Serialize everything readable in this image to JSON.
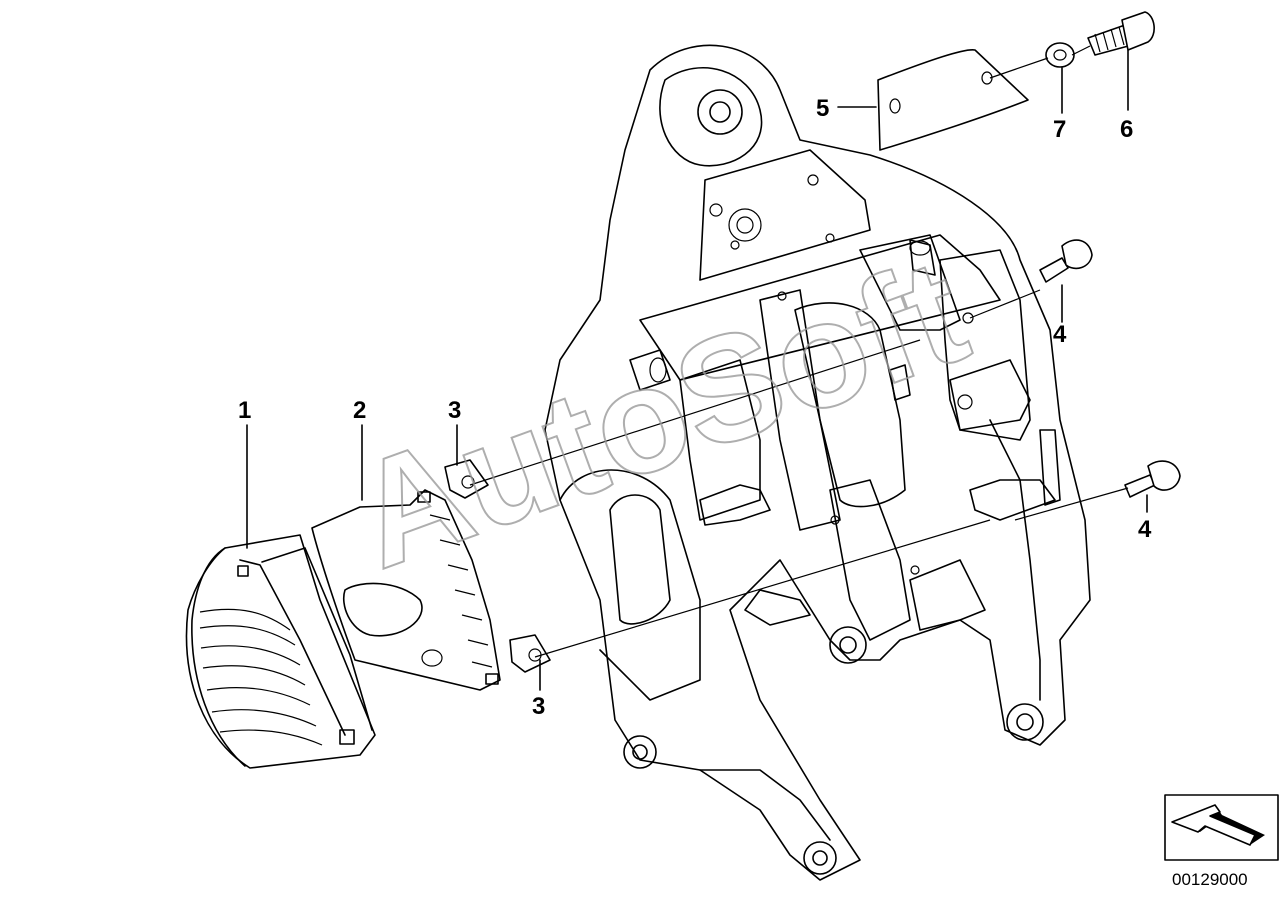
{
  "diagram": {
    "watermark": "AutoSoft",
    "callouts": [
      {
        "id": "c1",
        "label": "1"
      },
      {
        "id": "c2",
        "label": "2"
      },
      {
        "id": "c3a",
        "label": "3"
      },
      {
        "id": "c3b",
        "label": "3"
      },
      {
        "id": "c4a",
        "label": "4"
      },
      {
        "id": "c4b",
        "label": "4"
      },
      {
        "id": "c5",
        "label": "5"
      },
      {
        "id": "c6",
        "label": "6"
      },
      {
        "id": "c7",
        "label": "7"
      }
    ],
    "reference_number": "00129000"
  }
}
